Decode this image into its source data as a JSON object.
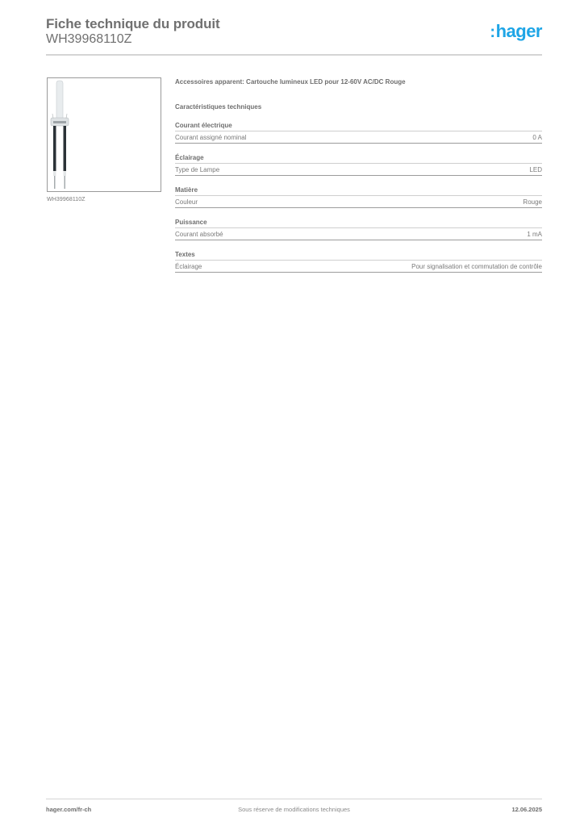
{
  "header": {
    "title": "Fiche technique du produit",
    "product_code": "WH39968110Z",
    "logo_text": "hager",
    "logo_color": "#1ea5e6"
  },
  "product_image": {
    "caption": "WH39968110Z",
    "alt": "LED light cartridge with two wire leads"
  },
  "content": {
    "description": "Accessoires apparent: Cartouche lumineux LED pour 12-60V AC/DC Rouge",
    "section_heading": "Caractéristiques techniques",
    "groups": [
      {
        "title": "Courant électrique",
        "rows": [
          {
            "label": "Courant assigné nominal",
            "value": "0 A"
          }
        ]
      },
      {
        "title": "Éclairage",
        "rows": [
          {
            "label": "Type de Lampe",
            "value": "LED"
          }
        ]
      },
      {
        "title": "Matière",
        "rows": [
          {
            "label": "Couleur",
            "value": "Rouge"
          }
        ]
      },
      {
        "title": "Puissance",
        "rows": [
          {
            "label": "Courant absorbé",
            "value": "1 mA"
          }
        ]
      },
      {
        "title": "Textes",
        "rows": [
          {
            "label": "Éclairage",
            "value": "Pour signalisation et commutation de contrôle"
          }
        ]
      }
    ]
  },
  "footer": {
    "website": "hager.com/fr-ch",
    "disclaimer": "Sous réserve de modifications techniques",
    "date": "12.06.2025"
  }
}
